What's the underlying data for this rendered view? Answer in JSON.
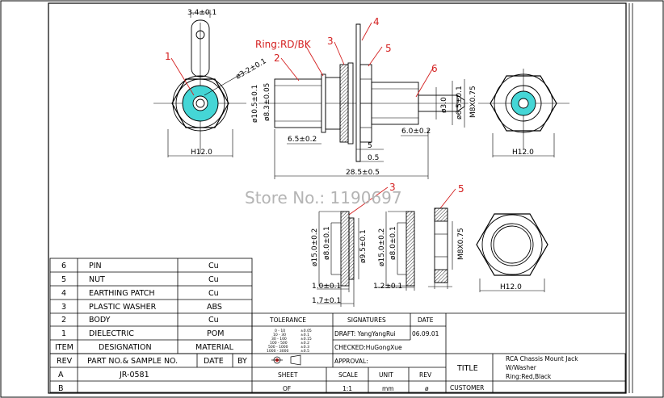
{
  "watermark": "Store No.: 1190697",
  "callouts": {
    "c1": "1",
    "c2": "2",
    "ring": "Ring:RD/BK",
    "c3": "3",
    "c4": "4",
    "c5": "5",
    "c6": "6",
    "c3b": "3",
    "c5b": "5"
  },
  "dims": {
    "pin_width": "3.4±0.1",
    "hole_dia": "ø3.2±0.1",
    "hex_front": "H12.0",
    "body_od": "ø10.5±0.1",
    "body_id": "ø8.3±0.05",
    "body_len": "6.5±0.2",
    "thickness_5": "5",
    "patch_05": "0.5",
    "total_len": "28.5±0.5",
    "pin_len": "6.0±0.2",
    "pin_dia": "ø3.0",
    "thread_dia": "ø6.5±0.1",
    "thread": "M8X0.75",
    "hex_back": "H12.0",
    "w3_od": "ø15.0±0.2",
    "w3_id": "ø8.0±0.1",
    "w3_t": "1.0±0.1",
    "w3_total": "1.7±0.1",
    "w3_mid": "ø9.5±0.1",
    "w4_od": "ø15.0±0.2",
    "w4_id": "ø8.0±0.1",
    "w4_t": "1.2±0.1",
    "nut_thread": "M8X0.75",
    "nut_hex": "H12.0"
  },
  "bom": {
    "rows": [
      {
        "item": "6",
        "designation": "PIN",
        "material": "Cu"
      },
      {
        "item": "5",
        "designation": "NUT",
        "material": "Cu"
      },
      {
        "item": "4",
        "designation": "EARTHING PATCH",
        "material": "Cu"
      },
      {
        "item": "3",
        "designation": "PLASTIC WASHER",
        "material": "ABS"
      },
      {
        "item": "2",
        "designation": "BODY",
        "material": "Cu"
      },
      {
        "item": "1",
        "designation": "DIELECTRIC",
        "material": "POM"
      }
    ],
    "header": {
      "item": "ITEM",
      "designation": "DESIGNATION",
      "material": "MATERIAL"
    }
  },
  "revtable": {
    "header": {
      "rev": "REV",
      "part": "PART NO.& SAMPLE NO.",
      "date": "DATE",
      "by": "BY"
    },
    "rowA": {
      "rev": "A",
      "part": "JR-0581"
    },
    "rowB": {
      "rev": "B"
    }
  },
  "tolerance": {
    "label": "TOLERANCE",
    "tiny": [
      "0 - 10",
      "10 - 30",
      "30 - 100",
      "100 - 500",
      "500 - 1000",
      "1000 - 3000",
      "±0.05",
      "±0.1",
      "±0.15",
      "±0.2",
      "±0.3",
      "±0.5"
    ]
  },
  "signatures": {
    "label": "SIGNATURES",
    "draft": "DRAFT: YangYangRui",
    "checked": "CHECKED:HuGongXue",
    "approval": "APPROVAL:"
  },
  "date": {
    "label": "DATE",
    "value": "06.09.01"
  },
  "sheet": {
    "label": "SHEET",
    "value": "OF"
  },
  "scale": {
    "label": "SCALE",
    "value": "1:1"
  },
  "unit": {
    "label": "UNIT",
    "value": "mm"
  },
  "rev": {
    "label": "REV",
    "value": "ø"
  },
  "title": {
    "label": "TITLE",
    "lines": [
      "RCA Chassis Mount Jack",
      "W/Washer",
      "Ring:Red,Black"
    ]
  },
  "customer": {
    "label": "CUSTOMER"
  },
  "colors": {
    "callout": "#d42020",
    "cyan": "#45d6d6",
    "watermark": "#b4b4b4"
  }
}
